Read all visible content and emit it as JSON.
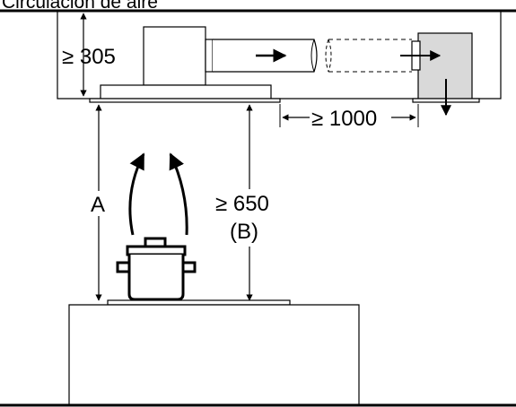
{
  "diagram": {
    "title": "Circulación de aire",
    "dimensions": {
      "ceiling_gap": "≥ 305",
      "duct_length": "≥ 1000",
      "hob_distance": "≥ 650",
      "hob_distance_ref": "(B)",
      "height_label": "A"
    },
    "colors": {
      "line": "#000000",
      "filter_box": "#d9d9d9",
      "background": "#ffffff"
    }
  }
}
